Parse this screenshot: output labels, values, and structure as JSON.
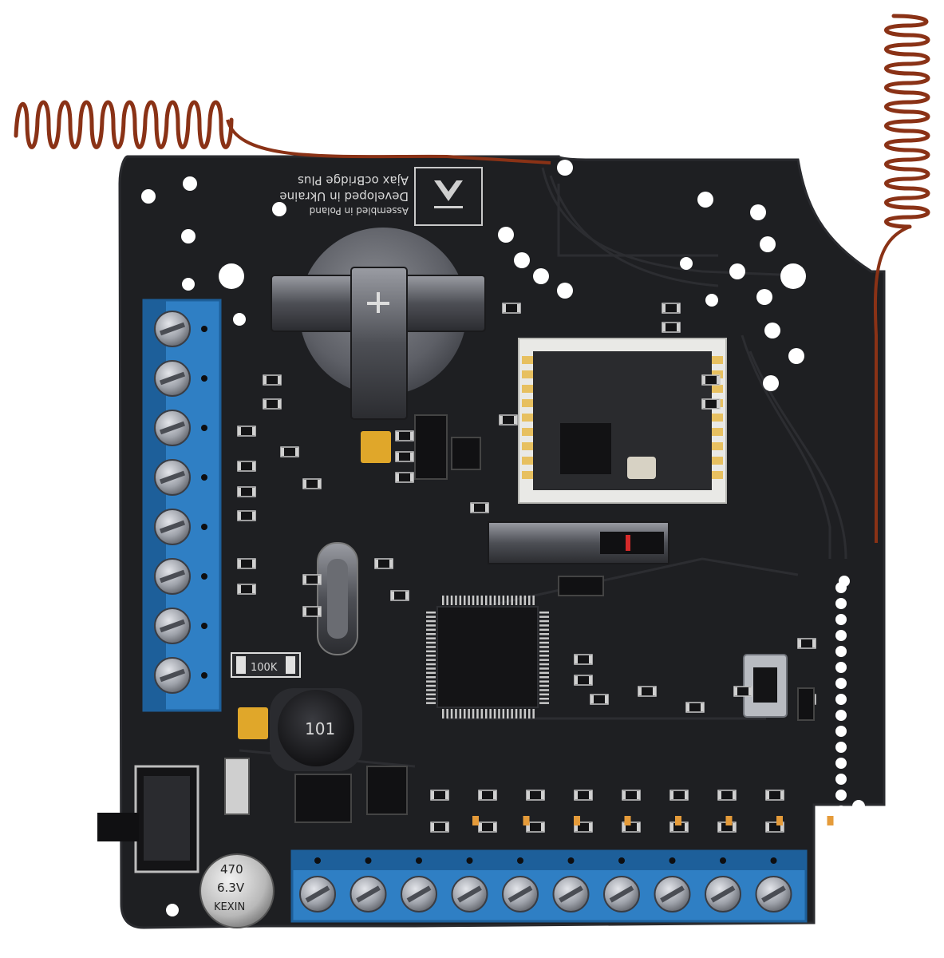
{
  "image": {
    "subject": "wireless receiver PCB module with two spiral antennas and blue screw terminals",
    "colors": {
      "background": "#ffffff",
      "board": "#1e1f22",
      "board_edge": "#2a2b2f",
      "terminal_blue": "#2f7fc4",
      "terminal_blue_dark": "#1d5f9a",
      "antenna_copper": "#8a3216",
      "screw_metal": "#b9bcc2",
      "gold": "#e0a72a",
      "module_white": "#e9e9e6"
    }
  },
  "silkscreen": {
    "brand_line": "Ajax ocBridge Plus",
    "origin_line": "Developed in Ukraine",
    "maker_line": "Assembled in Poland",
    "inductor_mark": "101",
    "resistor_mark": "100K",
    "capacitor_mark_a": "470",
    "capacitor_mark_b": "6.3V",
    "capacitor_mark_c": "KEXIN"
  }
}
